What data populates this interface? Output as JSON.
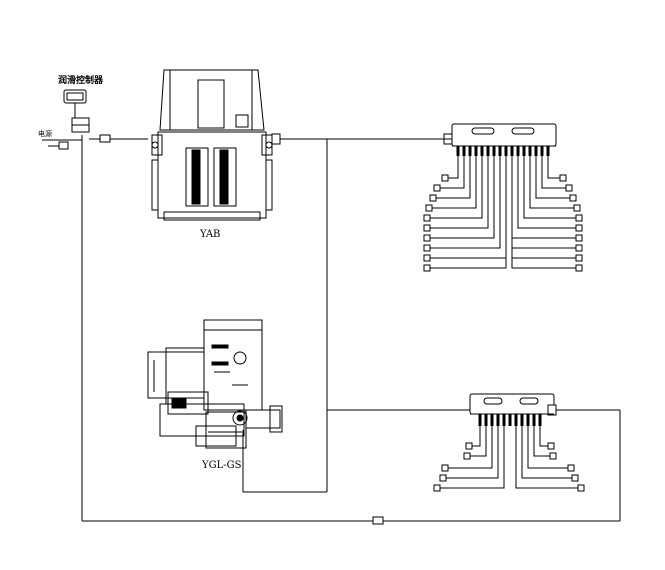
{
  "labels": {
    "controller": "润滑控制器",
    "power": "电源",
    "pump_top": "YAB",
    "pump_bottom": "YGL-GS"
  },
  "colors": {
    "line": "#000000",
    "background": "#ffffff"
  }
}
